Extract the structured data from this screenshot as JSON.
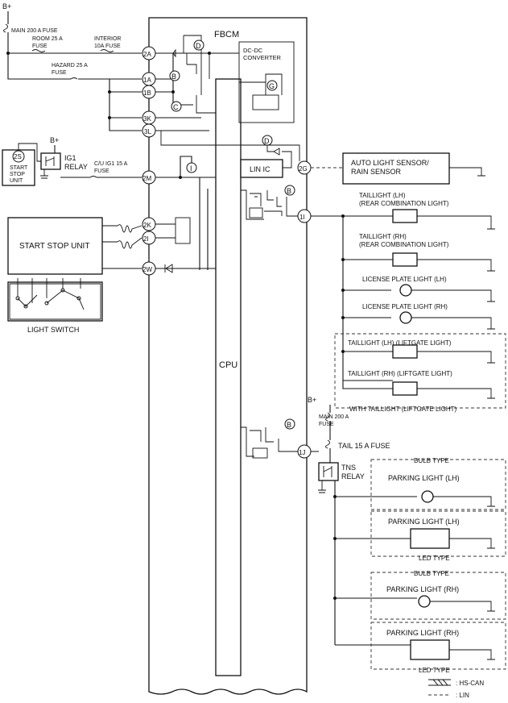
{
  "module": {
    "title": "FBCM",
    "cpu": "CPU",
    "dcdc": [
      "DC-DC",
      "CONVERTER"
    ],
    "lin_ic": "LIN IC"
  },
  "battery": {
    "b_plus": "B+"
  },
  "fuses": {
    "main_200": "MAIN 200 A FUSE",
    "room_25": [
      "ROOM 25 A",
      "FUSE"
    ],
    "interior_10": [
      "INTERIOR",
      "10A FUSE"
    ],
    "hazard_25": [
      "HAZARD 25 A",
      "FUSE"
    ],
    "cu_ig1_15": [
      "C/U IG1 15 A",
      "FUSE"
    ],
    "main_200_b": [
      "MAIN 200 A",
      "FUSE"
    ],
    "tail_15": "TAIL 15 A FUSE"
  },
  "connectors": {
    "c2A": "2A",
    "c1A": "1A",
    "c1B": "1B",
    "c3K": "3K",
    "c3L": "3L",
    "c2M": "2M",
    "c2K": "2K",
    "c2I": "2I",
    "c2W": "2W",
    "c2G": "2G",
    "c1I": "1I",
    "c1J": "1J",
    "c2S": "2S"
  },
  "markers": {
    "B": "B",
    "C": "C",
    "D": "D",
    "G": "G",
    "I": "I"
  },
  "relays": {
    "ig1": [
      "IG1",
      "RELAY"
    ],
    "tns": [
      "TNS",
      "RELAY"
    ]
  },
  "units": {
    "start_stop_small": [
      "START",
      "STOP",
      "UNIT"
    ],
    "start_stop": "START STOP UNIT",
    "light_switch": "LIGHT SWITCH",
    "auto_light_sensor": [
      "AUTO LIGHT SENSOR/",
      "RAIN SENSOR"
    ]
  },
  "lights": {
    "taillight_lh": [
      "TAILLIGHT (LH)",
      "(REAR COMBINATION LIGHT)"
    ],
    "taillight_rh": [
      "TAILLIGHT (RH)",
      "(REAR COMBINATION LIGHT)"
    ],
    "license_lh": "LICENSE PLATE LIGHT (LH)",
    "license_rh": "LICENSE PLATE LIGHT (RH)",
    "taillight_liftgate_lh": "TAILLIGHT (LH) (LIFTGATE LIGHT)",
    "taillight_liftgate_rh": "TAILLIGHT (RH) (LIFTGATE LIGHT)",
    "with_taillight_liftgate": "WITH TAILLIGHT (LIFTGATE LIGHT)",
    "bulb_type": "BULB TYPE",
    "led_type": "LED TYPE",
    "parking_lh": "PARKING LIGHT (LH)",
    "parking_rh": "PARKING LIGHT (RH)"
  },
  "legend": {
    "hs_can": ": HS-CAN",
    "lin": ": LIN"
  }
}
